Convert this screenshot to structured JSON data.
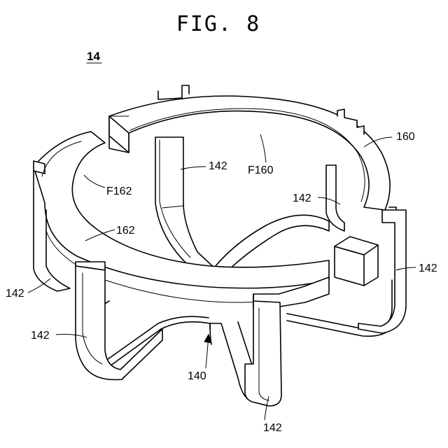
{
  "figure": {
    "title": "FIG. 8",
    "assembly_label": "14"
  },
  "references": {
    "r160": "160",
    "rF160": "F160",
    "rF162": "F162",
    "r162": "162",
    "r140": "140",
    "r142_top": "142",
    "r142_right_inner": "142",
    "r142_right": "142",
    "r142_left": "142",
    "r142_front_left": "142",
    "r142_bottom": "142"
  }
}
